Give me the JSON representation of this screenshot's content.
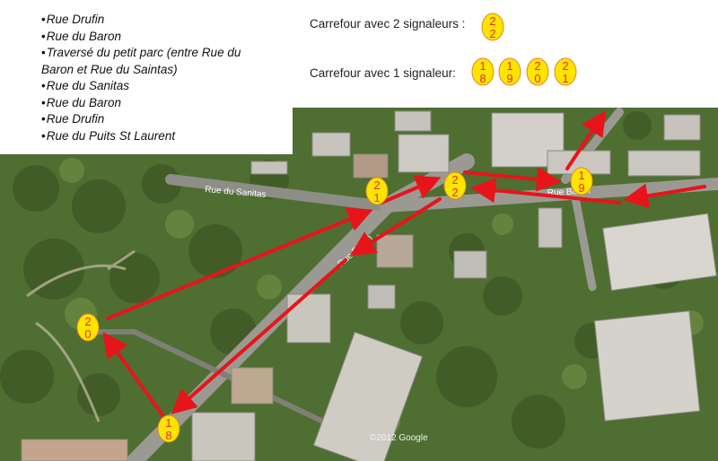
{
  "route": {
    "items": [
      "Rue Drufin",
      "Rue du Baron",
      "Traversé du petit parc (entre Rue du Baron et Rue du Saintas)",
      "Rue du Sanitas",
      "Rue du Baron",
      "Rue Drufin",
      "Rue du Puits St Laurent"
    ]
  },
  "legend": {
    "two_signalers_label": "Carrefour avec 2 signaleurs :",
    "two_signalers_icon": [
      "2",
      "2"
    ],
    "one_signaler_label": "Carrefour avec 1 signaleur:",
    "one_signaler_icons": [
      [
        "1",
        "8"
      ],
      [
        "1",
        "9"
      ],
      [
        "2",
        "0"
      ],
      [
        "2",
        "1"
      ]
    ]
  },
  "map": {
    "road_labels": [
      "Rue du Sanitas",
      "Rue Baron",
      "Rue Drufin"
    ],
    "attribution": "©2012 Google",
    "markers": [
      {
        "top": "2",
        "bottom": "1"
      },
      {
        "top": "2",
        "bottom": "2"
      },
      {
        "top": "1",
        "bottom": "8"
      },
      {
        "top": "1",
        "bottom": "9"
      },
      {
        "top": "2",
        "bottom": "0"
      }
    ]
  },
  "colors": {
    "arrow": "#e8141b",
    "marker_fill": "#ffe400",
    "marker_digit": "#e0302a",
    "vegetation": "#4f6e31"
  }
}
